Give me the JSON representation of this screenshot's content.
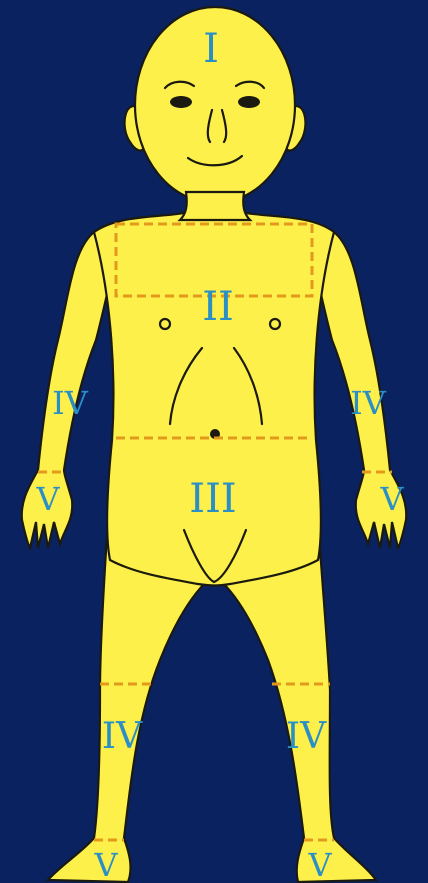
{
  "colors": {
    "background": "#0b2260",
    "skin": "#fdf04a",
    "outline": "#1a1a10",
    "zone_border": "#e39a1c",
    "label": "#2a8fc4"
  },
  "zones": {
    "head": "I",
    "trunk": "II",
    "pelvis": "III",
    "arm_left": "IV",
    "arm_right": "IV",
    "hand_left": "V",
    "hand_right": "V",
    "leg_left": "IV",
    "leg_right": "IV",
    "foot_left": "V",
    "foot_right": "V"
  }
}
